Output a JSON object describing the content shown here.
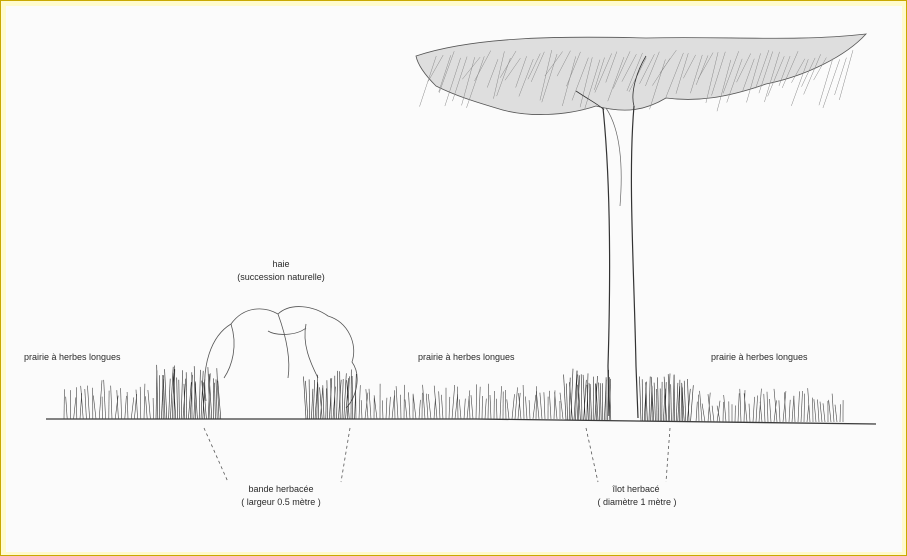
{
  "labels": {
    "haie_title": "haie",
    "haie_sub": "(succession naturelle)",
    "prairie_left": "prairie à herbes longues",
    "prairie_center": "prairie à herbes longues",
    "prairie_right": "prairie à herbes longues",
    "bande_title": "bande herbacée",
    "bande_sub": "( largeur 0.5 mètre )",
    "ilot_title": "îlot herbacé",
    "ilot_sub": "( diamètre 1 mètre )"
  },
  "colors": {
    "frame_border": "#c9a800",
    "frame_fill": "#fffbcc",
    "paper": "#fbfbfb",
    "ink": "#333333"
  }
}
